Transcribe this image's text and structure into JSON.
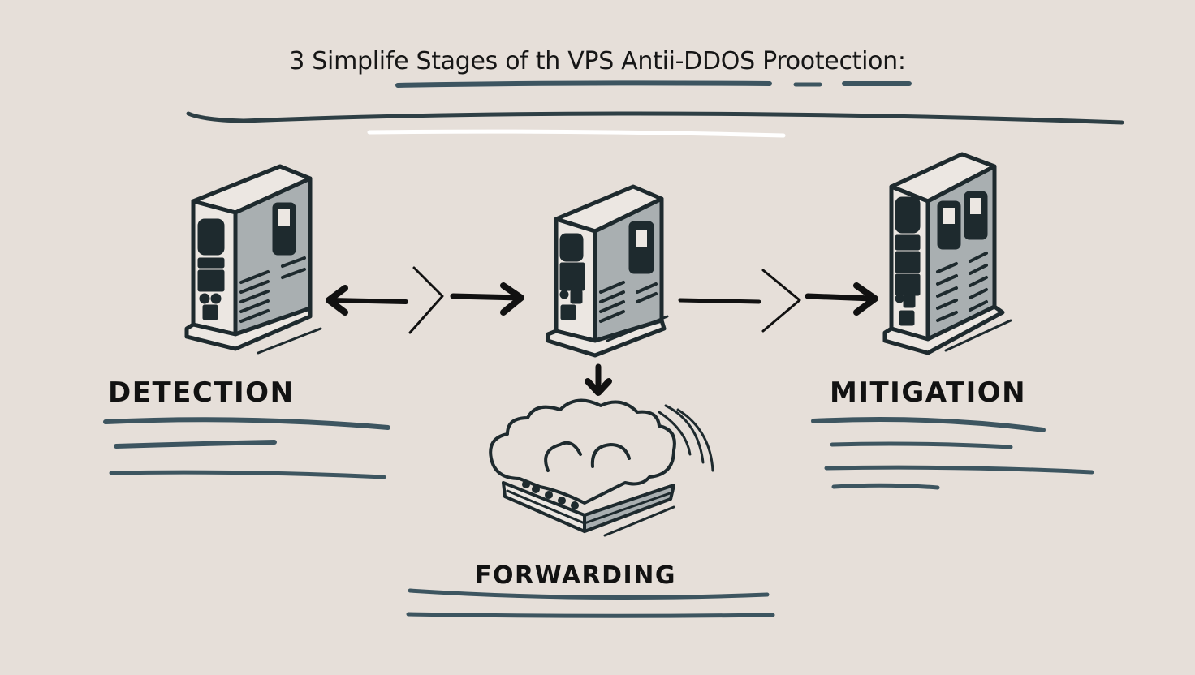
{
  "title": "3 Simplife Stages of th VPS Antii-DDOS Prootection:",
  "colors": {
    "background": "#e6dfd9",
    "ink": "#1e2a2e",
    "slate": "#3d5560",
    "panel": "#a9afb1",
    "panel_light": "#ece7e2"
  },
  "stages": [
    {
      "id": "detection",
      "label": "DETECTION",
      "icon": "server-icon"
    },
    {
      "id": "forwarding",
      "label": "FORWARDING",
      "icon": "cloud-server-icon"
    },
    {
      "id": "mitigation",
      "label": "MITIGATION",
      "icon": "server-icon"
    }
  ],
  "connectors": [
    {
      "from": "detection",
      "to": "forwarding",
      "type": "double-arrow-chevron"
    },
    {
      "from": "forwarding-server",
      "to": "mitigation",
      "type": "arrow-chevron"
    },
    {
      "from": "forwarding-server",
      "to": "cloud",
      "type": "down-arrow"
    }
  ]
}
